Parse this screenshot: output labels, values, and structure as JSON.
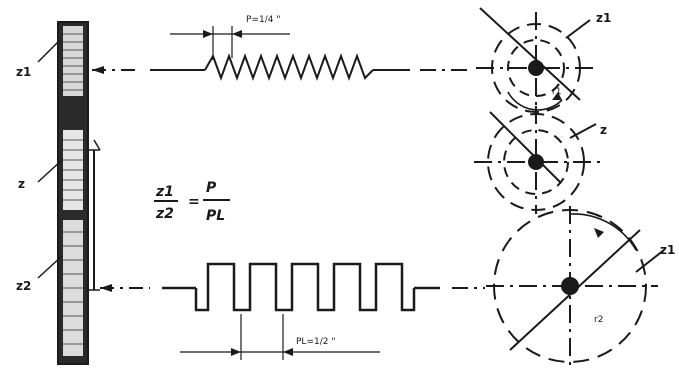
{
  "labels": {
    "z1_top": "z1",
    "z_mid": "z",
    "z2_bottom": "z2",
    "pitch_top": "P=1/4 \"",
    "pitch_bottom": "PL=1/2 \"",
    "formula_num_left": "z1",
    "formula_den_left": "z2",
    "formula_eq": "=",
    "formula_num_right": "P",
    "formula_den_right": "PL",
    "gear_top_label": "z1",
    "gear_top_radius": "r1",
    "gear_mid_label": "z",
    "gear_bottom_label": "z1",
    "gear_bottom_radius": "r2"
  },
  "colors": {
    "ink": "#1a1a1a",
    "paper": "#ffffff"
  }
}
